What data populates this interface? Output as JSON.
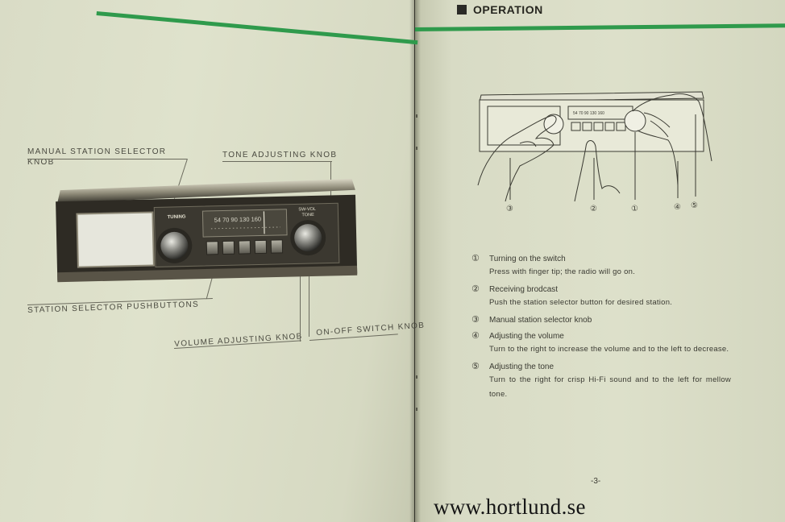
{
  "left_page": {
    "callouts": {
      "manual_selector": "MANUAL STATION SELECTOR KNOB",
      "tone_knob": "TONE ADJUSTING KNOB",
      "pushbuttons": "STATION SELECTOR PUSHBUTTONS",
      "volume_knob": "VOLUME ADJUSTING KNOB",
      "onoff_knob": "ON-OFF SWITCH KNOB"
    },
    "radio_face": {
      "tuning_label": "TUNING",
      "dial_scale": "54  70  90 130 160",
      "knob_label_top": "SW-VOL",
      "knob_label_bottom": "TONE"
    }
  },
  "right_page": {
    "heading": "OPERATION",
    "diagram_markers": [
      "③",
      "②",
      "①",
      "④",
      "⑤"
    ],
    "diagram_scale": "54  70  90 130 160",
    "operations": [
      {
        "marker": "①",
        "title": "Turning on the switch",
        "description": "Press with finger tip; the radio will go on."
      },
      {
        "marker": "②",
        "title": "Receiving brodcast",
        "description": "Push the station selector button for desired station."
      },
      {
        "marker": "③",
        "title": "Manual station selector knob",
        "description": ""
      },
      {
        "marker": "④",
        "title": "Adjusting the volume",
        "description": "Turn to the right to increase the volume and to the left to decrease."
      },
      {
        "marker": "⑤",
        "title": "Adjusting the tone",
        "description": "Turn to the right for crisp Hi-Fi sound and to the left for mellow tone."
      }
    ],
    "page_number": "-3-"
  },
  "watermark": "www.hortlund.se"
}
